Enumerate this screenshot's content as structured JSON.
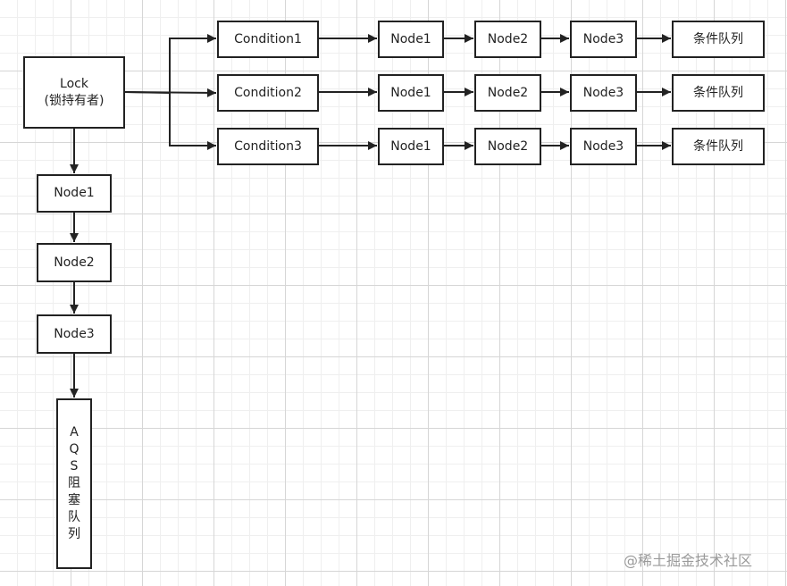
{
  "lock": {
    "line1": "Lock",
    "line2": "(锁持有者)"
  },
  "aqs_nodes": [
    "Node1",
    "Node2",
    "Node3"
  ],
  "aqs_queue": {
    "chars": [
      "A",
      "Q",
      "S",
      "阻",
      "塞",
      "队",
      "列"
    ]
  },
  "condition_rows": [
    {
      "condition": "Condition1",
      "nodes": [
        "Node1",
        "Node2",
        "Node3"
      ],
      "queue": "条件队列"
    },
    {
      "condition": "Condition2",
      "nodes": [
        "Node1",
        "Node2",
        "Node3"
      ],
      "queue": "条件队列"
    },
    {
      "condition": "Condition3",
      "nodes": [
        "Node1",
        "Node2",
        "Node3"
      ],
      "queue": "条件队列"
    }
  ],
  "watermark": "@稀土掘金技术社区",
  "colors": {
    "stroke": "#222222",
    "box_fill": "#ffffff",
    "watermark": "#9a9a9a"
  }
}
